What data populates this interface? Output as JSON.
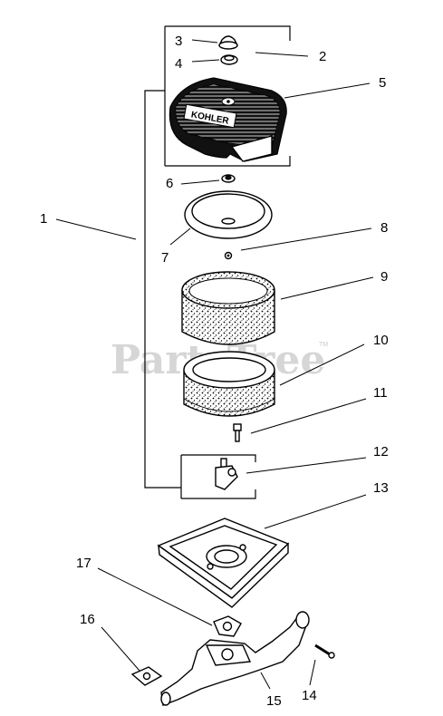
{
  "watermark": {
    "text": "PartsTree",
    "trademark": "TM"
  },
  "brand_plate": {
    "text": "KOHLER"
  },
  "callouts": {
    "c1": "1",
    "c2": "2",
    "c3": "3",
    "c4": "4",
    "c5": "5",
    "c6": "6",
    "c7": "7",
    "c8": "8",
    "c9": "9",
    "c10": "10",
    "c11": "11",
    "c12": "12",
    "c13": "13",
    "c14": "14",
    "c15": "15",
    "c16": "16",
    "c17": "17"
  }
}
